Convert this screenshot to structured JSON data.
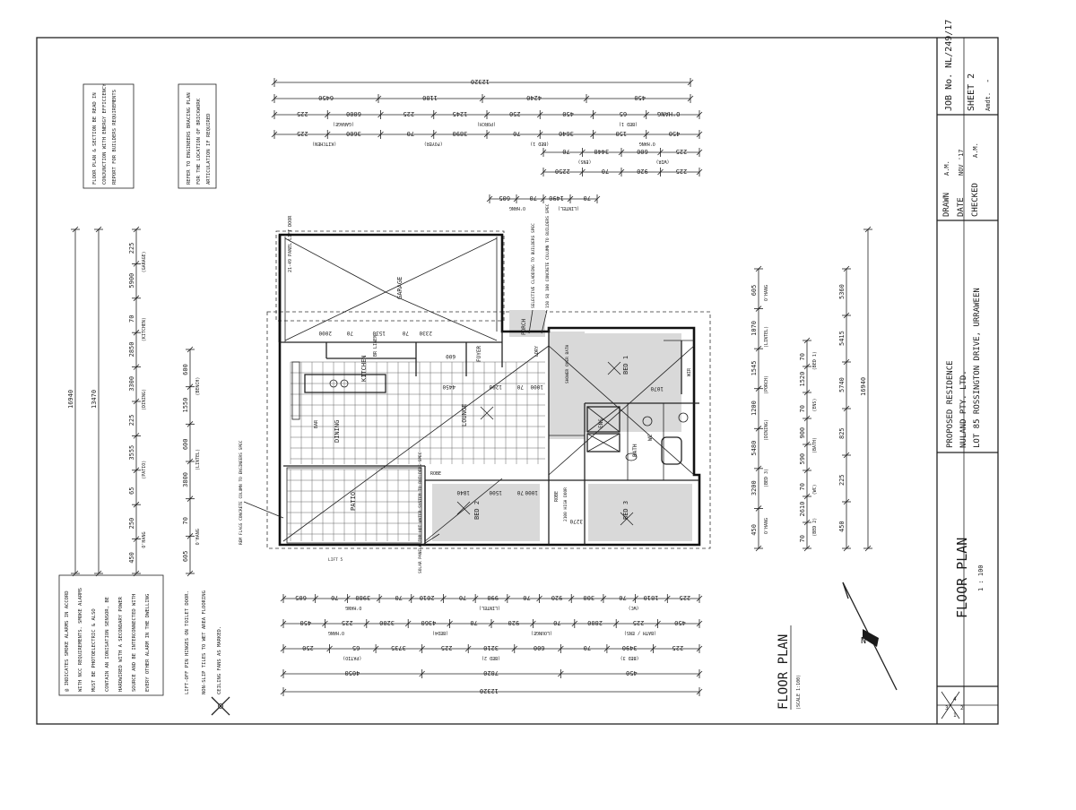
{
  "title_block": {
    "job_no": "JOB No. NL/249/17",
    "sheet": "SHEET 2",
    "amdt": "Amdt.",
    "amdt_value": "-",
    "drawn_label": "DRAWN",
    "drawn_value": "A.M.",
    "date_label": "DATE",
    "date_value": "NOV '17",
    "checked_label": "CHECKED",
    "checked_value": "A.M.",
    "project_line1": "PROPOSED RESIDENCE",
    "project_line2": "NULAND PTY. LTD.",
    "project_line3": "LOT 85 ROSSINGTON DRIVE, URRAWEEN",
    "drawing_title": "FLOOR PLAN",
    "drawing_scale": "1 : 100",
    "quad": [
      "3",
      "4",
      "1",
      "2"
    ]
  },
  "notes": {
    "note1": [
      "FLOOR PLAN & SECTION BE READ IN",
      "CONJUNCTION WITH ENERGY EFFICIENCY",
      "REPORT FOR BUILDERS REQUIREMENTS"
    ],
    "note2": [
      "REFER TO ENGINEERS BRACING PLAN",
      "FOR THE LOCATION OF BRICKWORK",
      "ARTICULATION IF REQUIRED"
    ],
    "smoke": [
      "@ INDICATES SMOKE ALARMS IN ACCORD",
      "WITH NCC REQUIREMENTS. SMOKE ALARMS",
      "MUST BE PHOTOELECTRIC & ALSO",
      "CONTAIN AN IONISATION SENSOR, BE",
      "HARDWIRED WITH A SECONDARY POWER",
      "SOURCE AND BE INTERCONNECTED WITH",
      "EVERY OTHER ALARM IN THE DWELLING"
    ],
    "misc": [
      "LIFT-OFF PIN HINGES ON TOILET DOOR.",
      "NON-SLIP TILES TO WET AREA FLOORING",
      "CEILING FANS AS MARKED."
    ],
    "floor_plan_label": "FLOOR PLAN",
    "floor_plan_scale": "(SCALE 1:100)"
  },
  "rooms": {
    "garage": "GARAGE",
    "garage_door": "21-49 PANEL-LIFT DOOR",
    "kitchen": "KITCHEN",
    "dining": "DINING",
    "lounge": "LOUNGE",
    "patio": "PATIO",
    "foyer": "FOYER",
    "porch": "PORCH",
    "bed1": "BED 1",
    "bed2": "BED 2",
    "bed3": "BED 3",
    "bath": "BATH",
    "ens": "ENS",
    "wc": "WC",
    "linen": "BR LINEN",
    "robe1": "ROBE",
    "robe2": "ROBE",
    "wir": "WIR",
    "ldry": "LDRY",
    "bar": "BAR"
  },
  "callouts": {
    "c1": "SELECTIVE CLADDING TO BUILDERS SPEC",
    "c2": "150 SQ 100 CONCRETE COLUMN TO BUILDERS SPEC",
    "c3": "SOLAR PANELS FOR HOT WATER SYSTEM TO BUILDERS SPEC",
    "c4": "REM FLAGS CONCRETE COLUMN TO ENGINEERS SPEC",
    "c5": "LIFT 5",
    "c6": "2100 HIGH DOOR",
    "c7": "SHOWER OVER BATH"
  },
  "top_dims": {
    "overall": "12320",
    "r1": [
      "6450",
      "1180",
      "4240",
      "450"
    ],
    "r2": [
      "225",
      "6000",
      "225",
      "1245",
      "250",
      "450",
      "65",
      "O'HANG"
    ],
    "r2_labels": [
      "(GARAGE)",
      "(PORCH)",
      "(BED 1)"
    ],
    "r3": [
      "225",
      "3600",
      "70",
      "3890",
      "70",
      "3640",
      "150",
      "450"
    ],
    "r3_labels": [
      "(KITCHEN)",
      "(FOYER)",
      "(BED 1)",
      "O'HANG"
    ],
    "r4": [
      "70",
      "3440",
      "600",
      "225"
    ],
    "r4_labels": [
      "(ENS)",
      "(WIR)"
    ],
    "r5": [
      "2250",
      "70",
      "920",
      "225"
    ],
    "r6": [
      "605",
      "70",
      "1490",
      "70"
    ],
    "r6_labels": [
      "O'HANG",
      "(LINTEL)"
    ]
  },
  "bottom_dims": {
    "overall": "12320",
    "r1": [
      "605",
      "70",
      "3980",
      "70",
      "2010",
      "70",
      "990",
      "70",
      "920",
      "300",
      "70",
      "1810",
      "225"
    ],
    "r1_labels": [
      "O'HANG",
      "(LINTEL)",
      "(WC)"
    ],
    "r2": [
      "450",
      "225",
      "3200",
      "4360",
      "70",
      "920",
      "70",
      "2800",
      "225",
      "450"
    ],
    "r2_labels": [
      "O'HANG",
      "(BED4)",
      "(LOUNGE)",
      "(BATH / ENS)"
    ],
    "r3": [
      "250",
      "65",
      "3735",
      "225",
      "3210",
      "600",
      "70",
      "3490",
      "225"
    ],
    "r3_labels": [
      "(PATIO)",
      "(BED 2)",
      "(BED 3)"
    ],
    "r4": [
      "4050",
      "7820",
      "450"
    ]
  },
  "left_dims": {
    "overall": "16940",
    "sub": "13470",
    "r1": [
      "225",
      "5900",
      "70",
      "2850",
      "3300",
      "225",
      "3555",
      "65",
      "250",
      "450"
    ],
    "r1_labels": [
      "(GARAGE)",
      "(KITCHEN)",
      "(DINING)",
      "(PATIO)",
      "O'HANG"
    ],
    "r2": [
      "600",
      "1550",
      "600",
      "3800",
      "70",
      "605"
    ],
    "r2_labels": [
      "(BENCH)",
      "(LINTEL)",
      "O'HANG"
    ]
  },
  "right_dims": {
    "overall": "16940",
    "r1": [
      "5360",
      "5415",
      "5740",
      "825",
      "225",
      "450"
    ],
    "r2": [
      "605",
      "1070",
      "1545",
      "1200",
      "5480",
      "3200",
      "450"
    ],
    "r2_labels": [
      "O'HANG",
      "(LINTEL)",
      "(PORCH)",
      "(DINING)",
      "(BED 3)",
      "O'HANG"
    ],
    "r3": [
      "70",
      "1520",
      "70",
      "900",
      "590",
      "70",
      "2610",
      "70"
    ],
    "r3_labels": [
      "(BED 1)",
      "(ENS)",
      "(BATH)",
      "(WC)",
      "(BED 2)"
    ]
  },
  "internal_dims": [
    "2000",
    "70",
    "1530",
    "70",
    "2330",
    "600",
    "4450",
    "1200",
    "70",
    "1000",
    "1840",
    "1500",
    "70",
    "1000",
    "3270",
    "1070"
  ]
}
